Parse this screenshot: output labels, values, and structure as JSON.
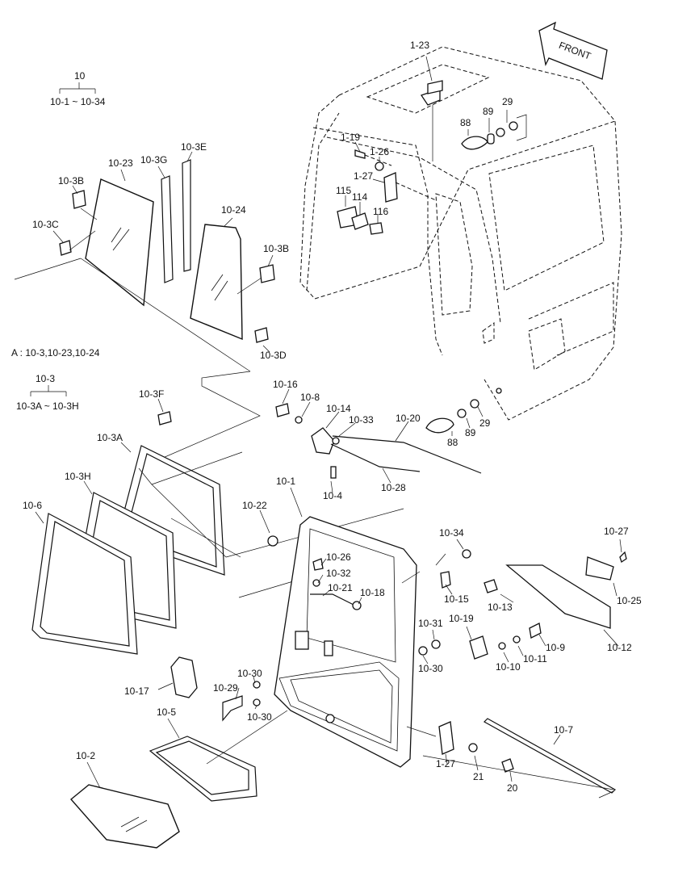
{
  "arrow": {
    "label": "FRONT",
    "icon": "front-arrow-icon"
  },
  "groups": [
    {
      "id": "g10",
      "head": "10",
      "range": "10-1 ~ 10-34"
    },
    {
      "id": "g103",
      "head": "10-3",
      "range": "10-3A ~ 10-3H"
    }
  ],
  "note_a": "A : 10-3,10-23,10-24",
  "callouts": [
    {
      "id": "c1-23",
      "text": "1-23"
    },
    {
      "id": "c88a",
      "text": "88"
    },
    {
      "id": "c89a",
      "text": "89"
    },
    {
      "id": "c29a",
      "text": "29"
    },
    {
      "id": "c1-19",
      "text": "1-19"
    },
    {
      "id": "c1-26a",
      "text": "1-26"
    },
    {
      "id": "c1-27a",
      "text": "1-27"
    },
    {
      "id": "c115",
      "text": "115"
    },
    {
      "id": "c114",
      "text": "114"
    },
    {
      "id": "c116",
      "text": "116"
    },
    {
      "id": "c10-3E",
      "text": "10-3E"
    },
    {
      "id": "c10-3G",
      "text": "10-3G"
    },
    {
      "id": "c10-23",
      "text": "10-23"
    },
    {
      "id": "c10-3B",
      "text": "10-3B"
    },
    {
      "id": "c10-3C",
      "text": "10-3C"
    },
    {
      "id": "c10-24",
      "text": "10-24"
    },
    {
      "id": "c10-3Bb",
      "text": "10-3B"
    },
    {
      "id": "c10-3D",
      "text": "10-3D"
    },
    {
      "id": "c10-16",
      "text": "10-16"
    },
    {
      "id": "c10-8",
      "text": "10-8"
    },
    {
      "id": "c10-14",
      "text": "10-14"
    },
    {
      "id": "c10-33",
      "text": "10-33"
    },
    {
      "id": "c10-20",
      "text": "10-20"
    },
    {
      "id": "c88b",
      "text": "88"
    },
    {
      "id": "c89b",
      "text": "89"
    },
    {
      "id": "c29b",
      "text": "29"
    },
    {
      "id": "c10-3F",
      "text": "10-3F"
    },
    {
      "id": "c10-3A",
      "text": "10-3A"
    },
    {
      "id": "c10-3H",
      "text": "10-3H"
    },
    {
      "id": "c10-6",
      "text": "10-6"
    },
    {
      "id": "c10-4",
      "text": "10-4"
    },
    {
      "id": "c10-28",
      "text": "10-28"
    },
    {
      "id": "c10-1",
      "text": "10-1"
    },
    {
      "id": "c10-22",
      "text": "10-22"
    },
    {
      "id": "c10-34",
      "text": "10-34"
    },
    {
      "id": "c10-27",
      "text": "10-27"
    },
    {
      "id": "c10-26",
      "text": "10-26"
    },
    {
      "id": "c10-32",
      "text": "10-32"
    },
    {
      "id": "c10-21",
      "text": "10-21"
    },
    {
      "id": "c10-18",
      "text": "10-18"
    },
    {
      "id": "c10-15",
      "text": "10-15"
    },
    {
      "id": "c10-13",
      "text": "10-13"
    },
    {
      "id": "c10-25",
      "text": "10-25"
    },
    {
      "id": "c10-31",
      "text": "10-31"
    },
    {
      "id": "c10-19",
      "text": "10-19"
    },
    {
      "id": "c10-9",
      "text": "10-9"
    },
    {
      "id": "c10-12",
      "text": "10-12"
    },
    {
      "id": "c10-30a",
      "text": "10-30"
    },
    {
      "id": "c10-10",
      "text": "10-10"
    },
    {
      "id": "c10-11",
      "text": "10-11"
    },
    {
      "id": "c10-30b",
      "text": "10-30"
    },
    {
      "id": "c10-29",
      "text": "10-29"
    },
    {
      "id": "c10-30c",
      "text": "10-30"
    },
    {
      "id": "c10-17",
      "text": "10-17"
    },
    {
      "id": "c10-5",
      "text": "10-5"
    },
    {
      "id": "c10-7",
      "text": "10-7"
    },
    {
      "id": "c10-2",
      "text": "10-2"
    },
    {
      "id": "c1-27b",
      "text": "1-27"
    },
    {
      "id": "c21",
      "text": "21"
    },
    {
      "id": "c20",
      "text": "20"
    }
  ]
}
